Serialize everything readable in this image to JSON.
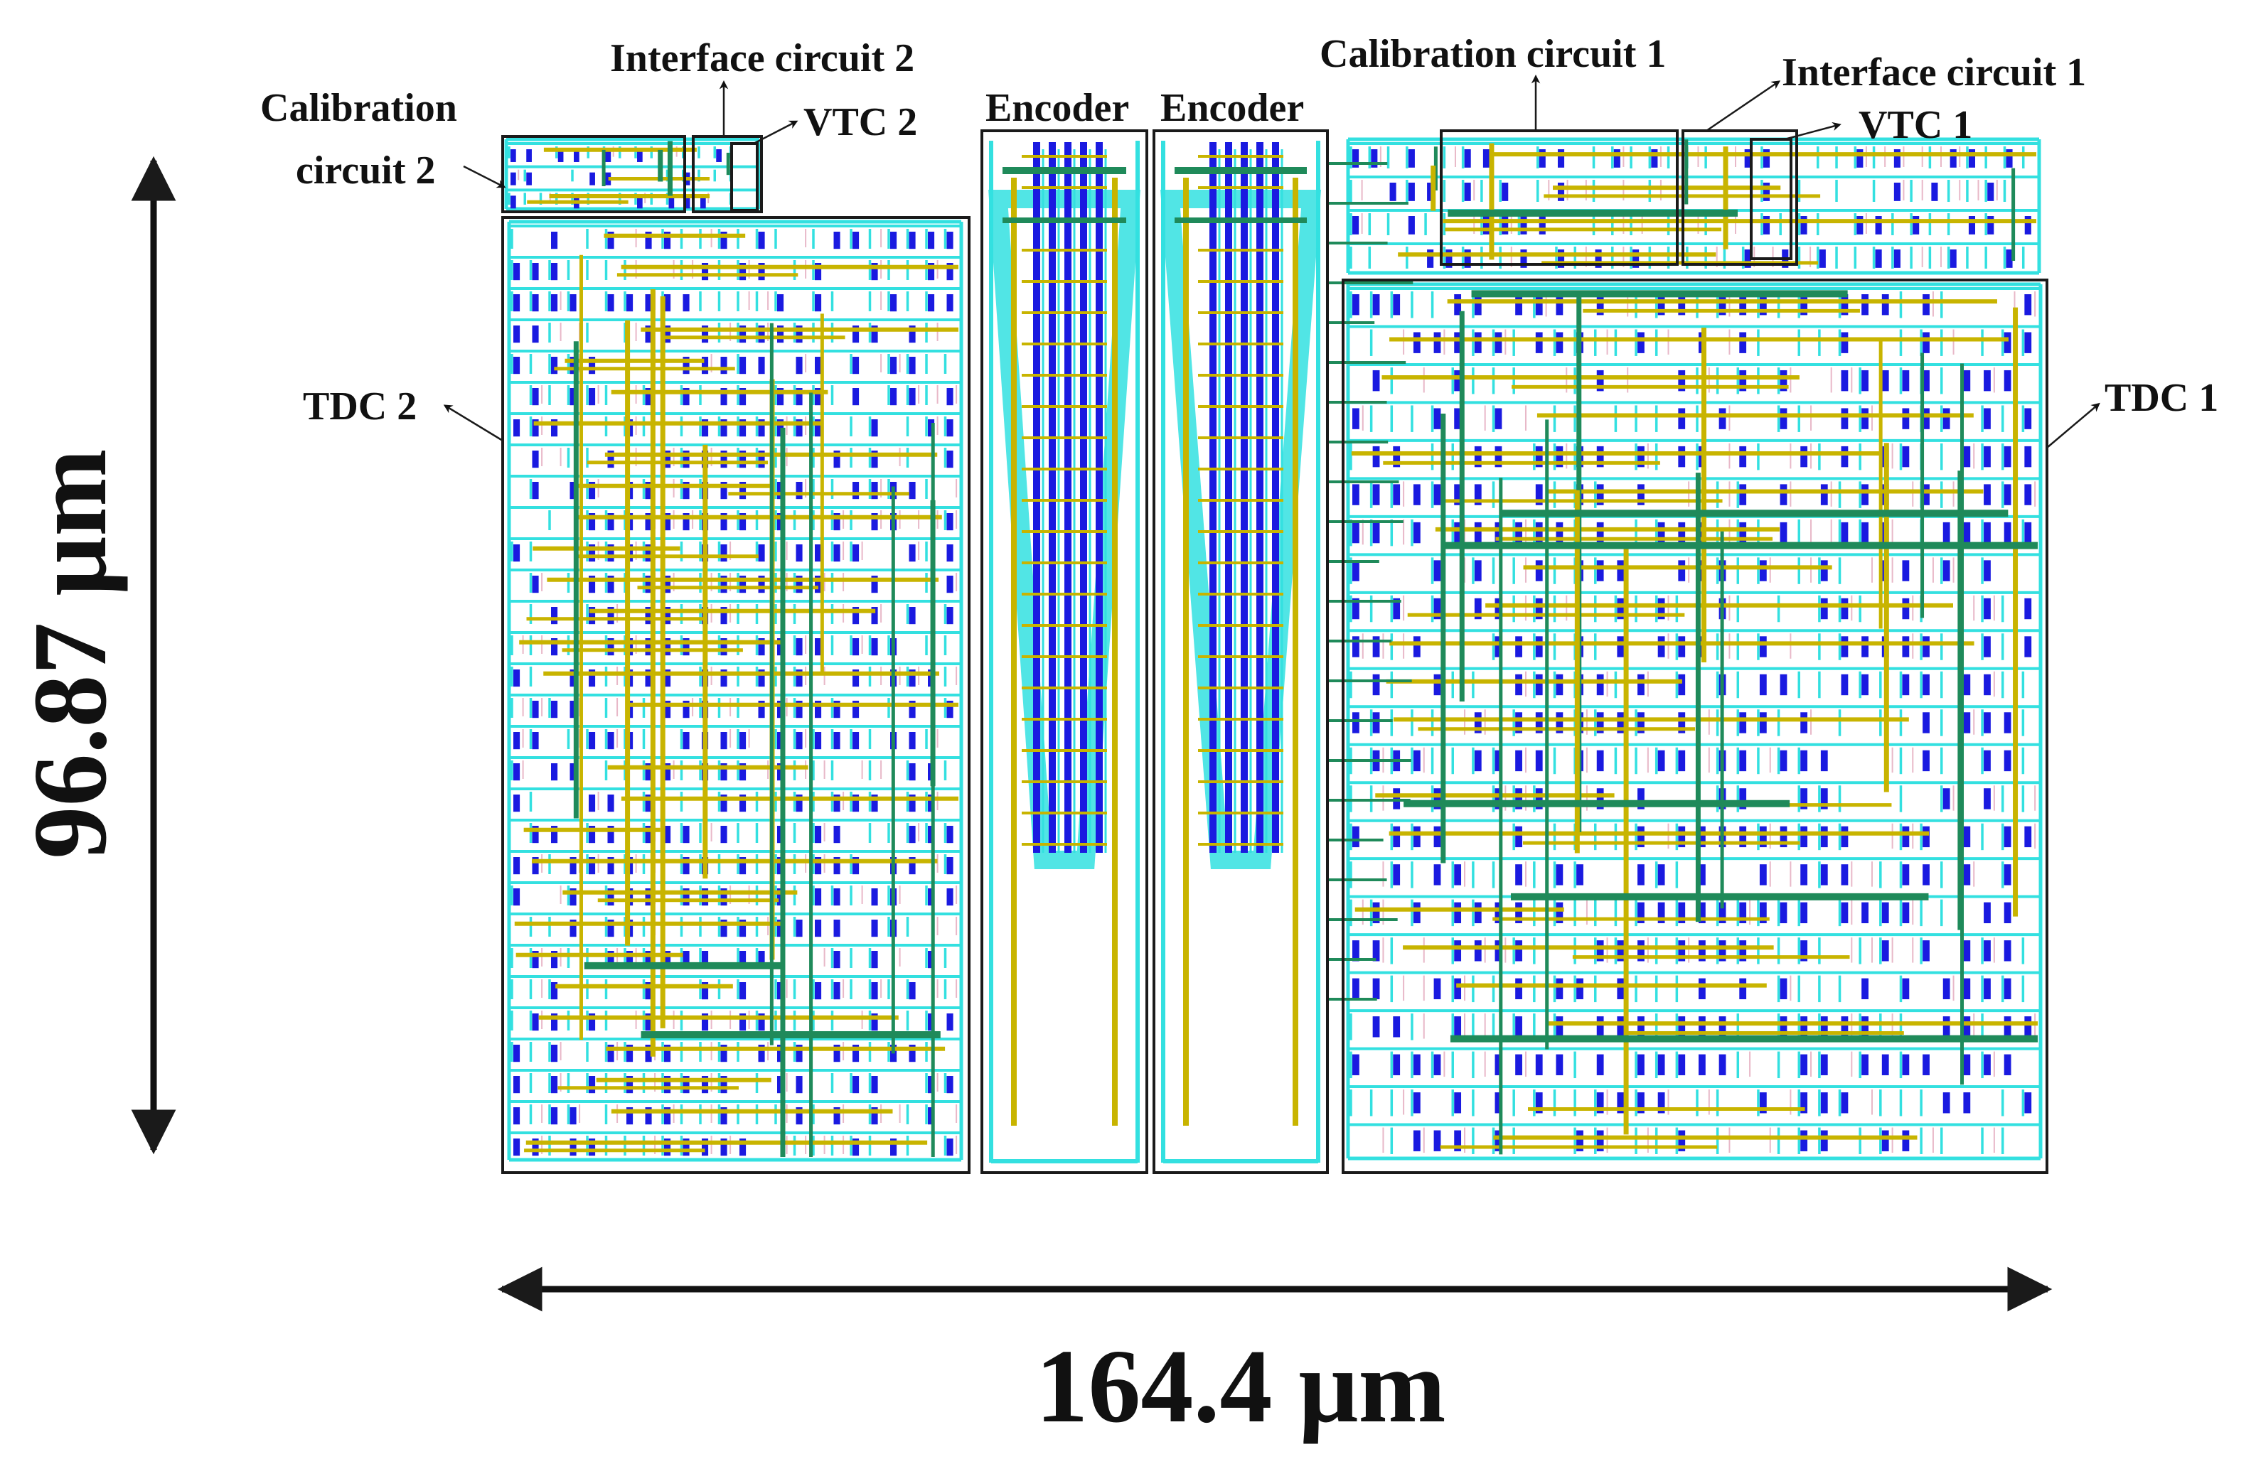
{
  "labels": {
    "calibration_2_line1": "Calibration",
    "calibration_2_line2": "circuit 2",
    "interface_2": "Interface circuit 2",
    "vtc_2": "VTC 2",
    "encoder_left": "Encoder",
    "encoder_right": "Encoder",
    "calibration_1": "Calibration circuit 1",
    "interface_1": "Interface circuit 1",
    "vtc_1": "VTC 1",
    "tdc_2": "TDC 2",
    "tdc_1": "TDC 1"
  },
  "dimensions": {
    "height": "96.87 μm",
    "width": "164.4 μm"
  },
  "colors": {
    "metal_cyan": "#33e0e0",
    "metal_yellow": "#c8b400",
    "metal_blue": "#1a1ae0",
    "metal_green": "#1f8a5a",
    "outline": "#1a1a1a"
  }
}
